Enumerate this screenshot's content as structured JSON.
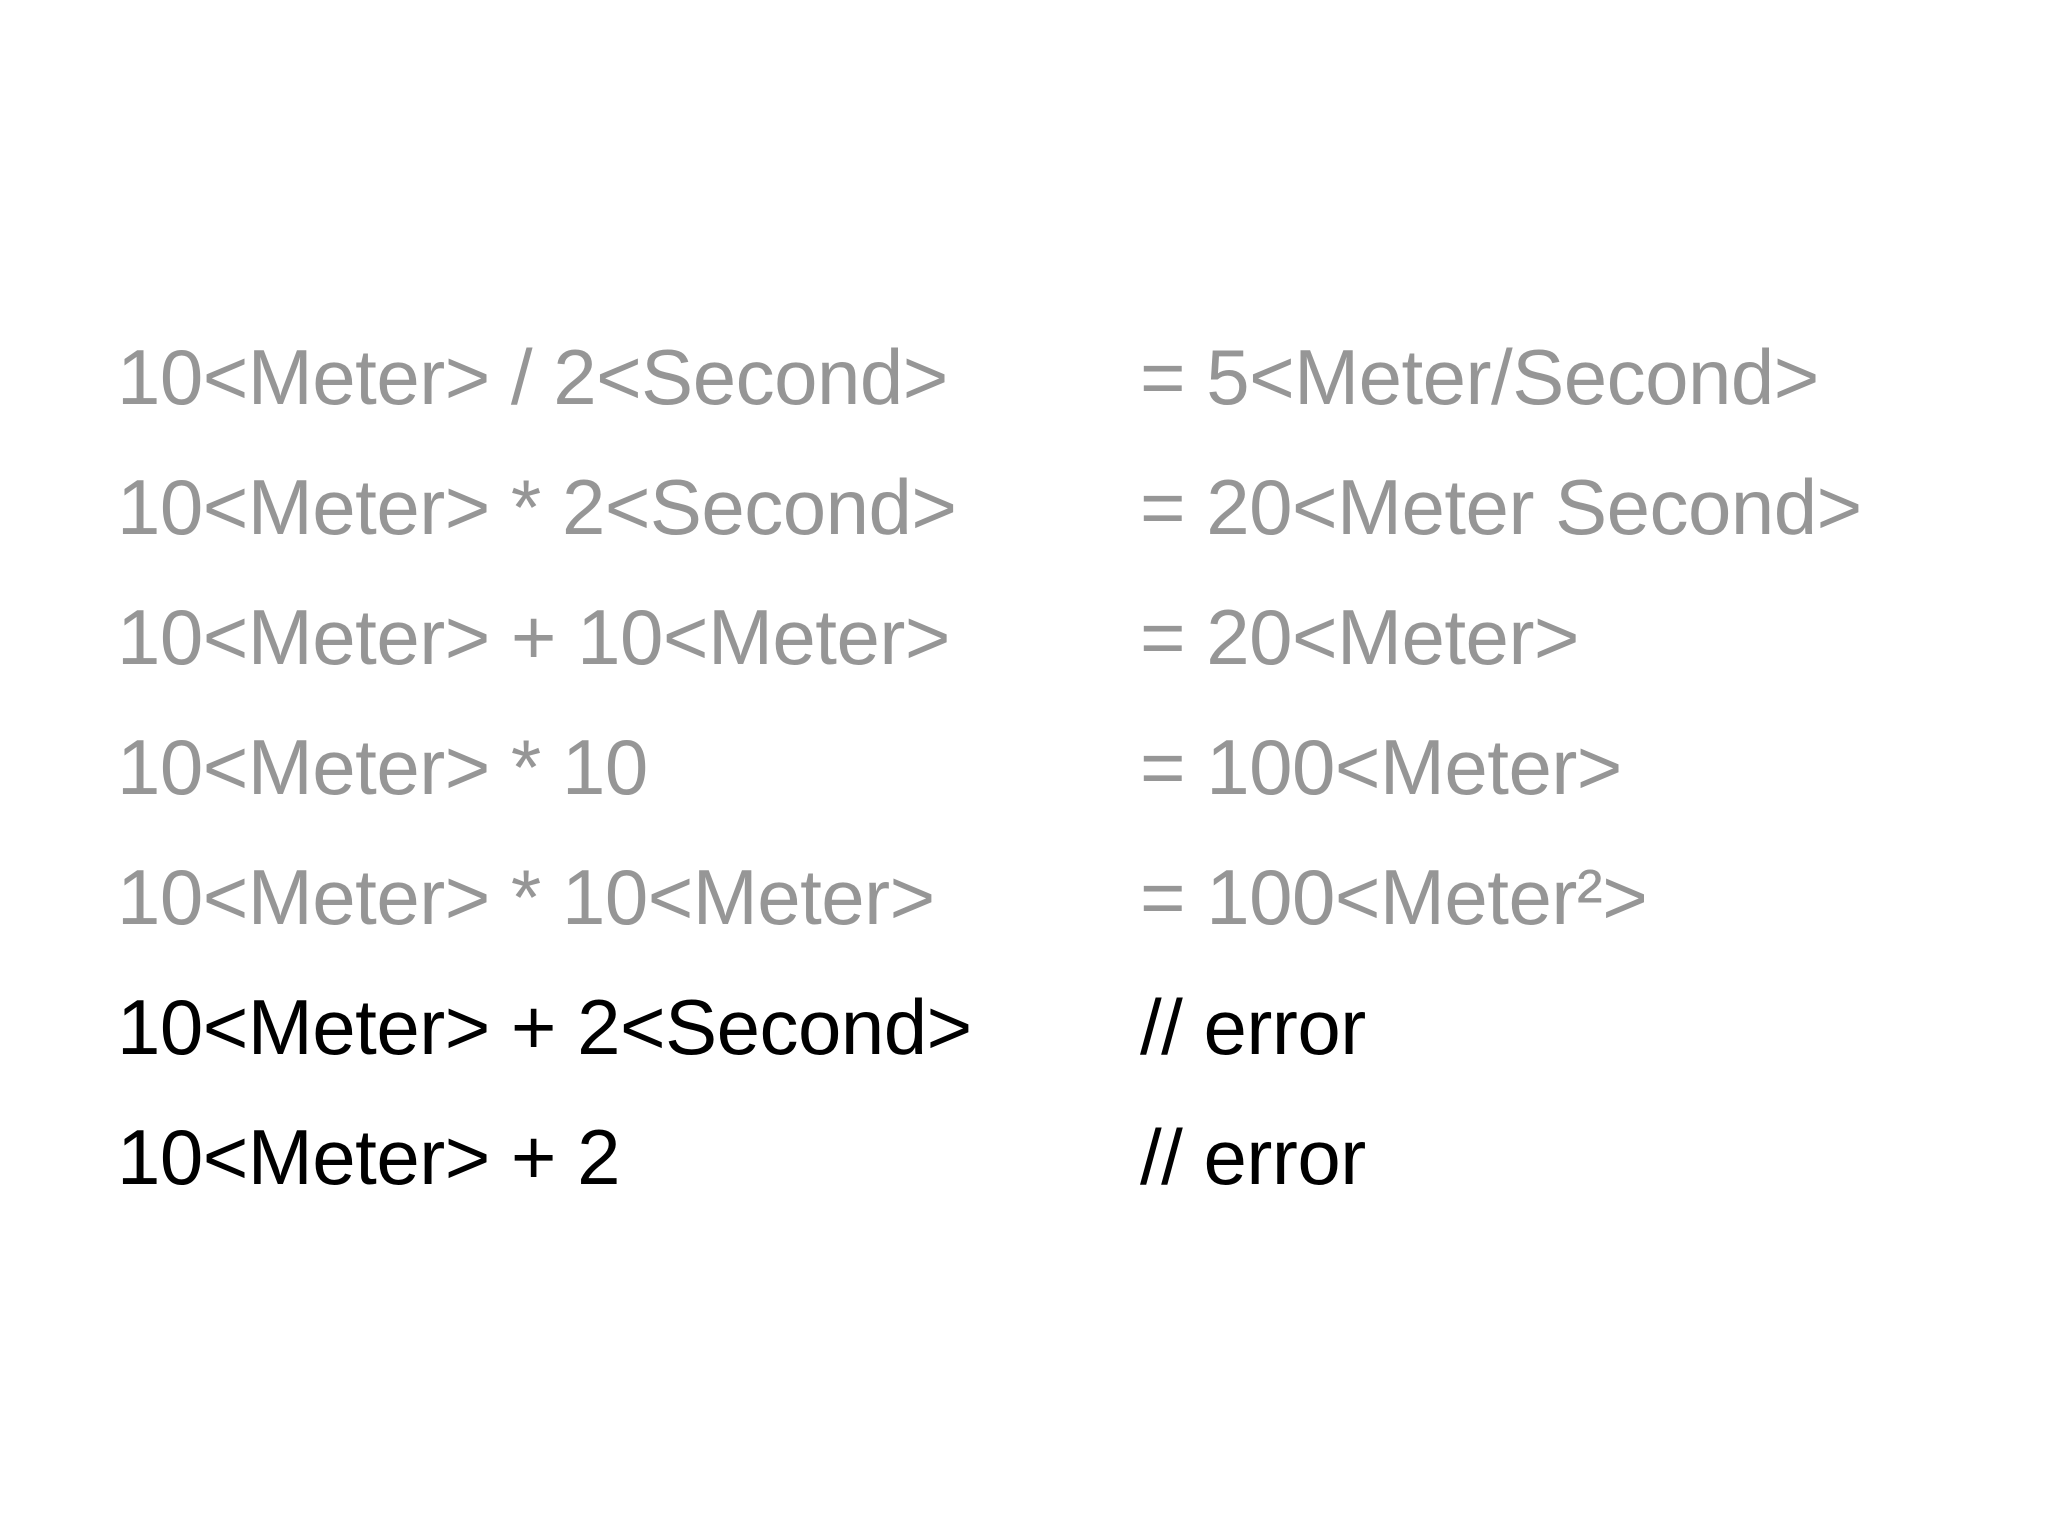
{
  "slide": {
    "background_color": "#ffffff",
    "state_colors": {
      "ok": "#969696",
      "error": "#000000"
    }
  },
  "rows": [
    {
      "expression": "10<Meter> / 2<Second>",
      "result": "= 5<Meter/Second>",
      "state": "ok"
    },
    {
      "expression": "10<Meter> * 2<Second>",
      "result": "= 20<Meter Second>",
      "state": "ok"
    },
    {
      "expression": "10<Meter> + 10<Meter>",
      "result": "= 20<Meter>",
      "state": "ok"
    },
    {
      "expression": "10<Meter> * 10",
      "result": "= 100<Meter>",
      "state": "ok"
    },
    {
      "expression": "10<Meter> * 10<Meter>",
      "result": "= 100<Meter²>",
      "state": "ok"
    },
    {
      "expression": "10<Meter> + 2<Second>",
      "result": "// error",
      "state": "error"
    },
    {
      "expression": "10<Meter> + 2",
      "result": "// error",
      "state": "error"
    }
  ]
}
